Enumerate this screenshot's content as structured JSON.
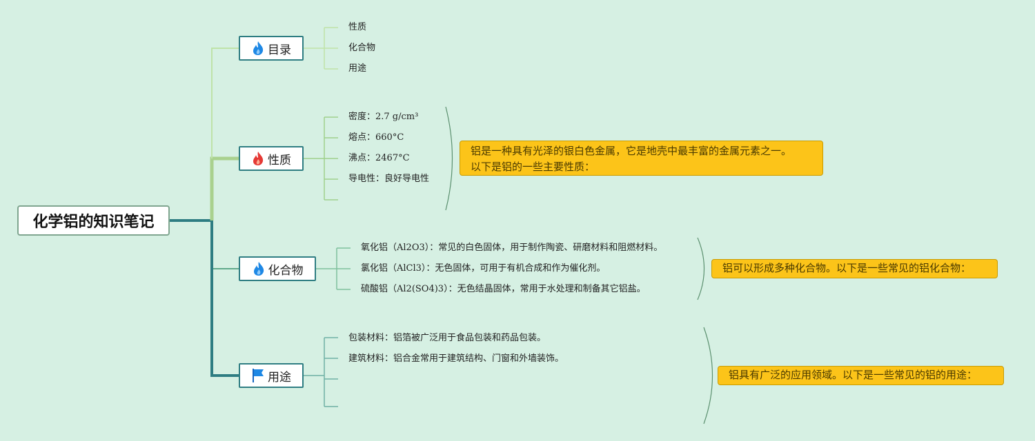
{
  "root": {
    "title": "化学铝的知识笔记"
  },
  "branches": [
    {
      "label": "目录",
      "icon": "fire-icon-blue",
      "items": [
        "性质",
        "化合物",
        "用途"
      ]
    },
    {
      "label": "性质",
      "icon": "fire-icon-red",
      "items": [
        "密度：2.7 g/cm³",
        "熔点：660°C",
        "沸点：2467°C",
        "导电性：良好导电性"
      ],
      "note": [
        "铝是一种具有光泽的银白色金属，它是地壳中最丰富的金属元素之一。",
        "以下是铝的一些主要性质："
      ]
    },
    {
      "label": "化合物",
      "icon": "fire-icon-blue",
      "items": [
        "氧化铝（Al2O3）：常见的白色固体，用于制作陶瓷、研磨材料和阻燃材料。",
        "氯化铝（AlCl3）：无色固体，可用于有机合成和作为催化剂。",
        "硫酸铝（Al2(SO4)3）：无色结晶固体，常用于水处理和制备其它铝盐。"
      ],
      "note": [
        "铝可以形成多种化合物。以下是一些常见的铝化合物："
      ]
    },
    {
      "label": "用途",
      "icon": "flag-icon",
      "items": [
        "包装材料：铝箔被广泛用于食品包装和药品包装。",
        "建筑材料：铝合金常用于建筑结构、门窗和外墙装饰。"
      ],
      "note": [
        "铝具有广泛的应用领域。以下是一些常见的铝的用途："
      ]
    }
  ],
  "colors": {
    "background": "#d6f0e3",
    "branch_border": "#2e7d82",
    "note_fill": "#fcc419",
    "trunk": "#2e7d82",
    "light_line": "#a9d18e"
  }
}
